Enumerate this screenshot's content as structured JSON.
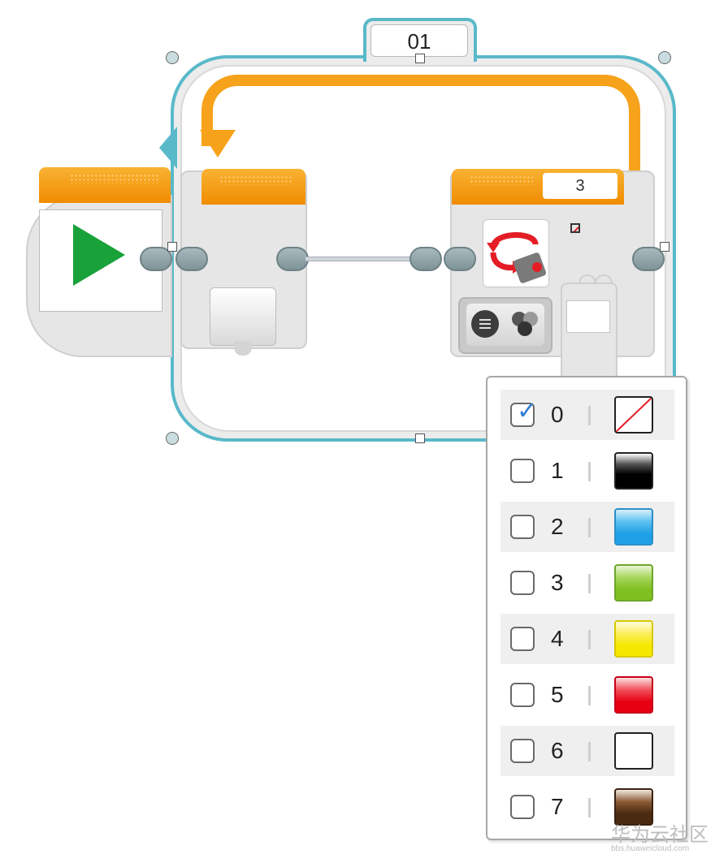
{
  "loop": {
    "name": "01"
  },
  "loop_block": {
    "count": "3"
  },
  "color_options": [
    {
      "label": "0",
      "checked": true,
      "swatch": "no-color"
    },
    {
      "label": "1",
      "checked": false,
      "swatch": "#000000"
    },
    {
      "label": "2",
      "checked": false,
      "swatch": "#1ea0e6"
    },
    {
      "label": "3",
      "checked": false,
      "swatch": "#7fbf1f"
    },
    {
      "label": "4",
      "checked": false,
      "swatch": "#f6e800"
    },
    {
      "label": "5",
      "checked": false,
      "swatch": "#e60012"
    },
    {
      "label": "6",
      "checked": false,
      "swatch": "#ffffff"
    },
    {
      "label": "7",
      "checked": false,
      "swatch": "#4a2a10"
    }
  ],
  "watermark": {
    "site_cn": "华为云社区",
    "url": "bbs.huaweicloud.com"
  },
  "colors": {
    "loop_outline": "#59b9c9",
    "orange": "#f7a21b",
    "start_green": "#1aa23a"
  }
}
